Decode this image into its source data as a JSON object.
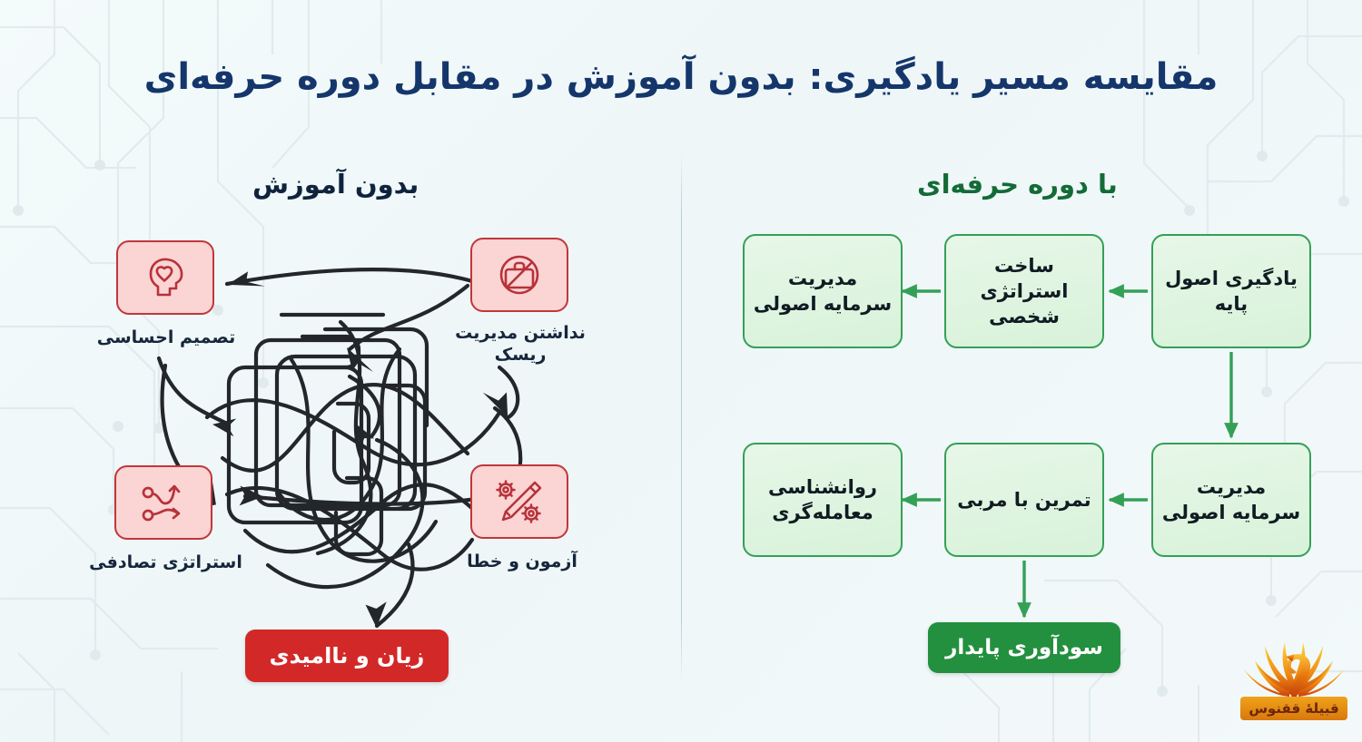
{
  "header": {
    "title": "مقایسه مسیر یادگیری: بدون آموزش در مقابل دوره حرفه‌ای"
  },
  "columns": {
    "left_header": "بدون آموزش",
    "right_header": "با دوره حرفه‌ای"
  },
  "colors": {
    "title": "#14366b",
    "bad_accent": "#c0373a",
    "bad_fill": "#fbd4d4",
    "bad_outcome": "#d32828",
    "good_accent": "#34a056",
    "good_fill": "#d8f2da",
    "good_outcome": "#23903f",
    "background": "#f0f8f9",
    "divider": "#aac8cd",
    "logo_gold": "#f0a21b"
  },
  "left_side": {
    "items": [
      {
        "label": "تصمیم احساسی",
        "icon": "head-heart-icon"
      },
      {
        "label": "نداشتن مدیریت ریسک",
        "icon": "no-briefcase-icon"
      },
      {
        "label": "استراتژی تصادفی",
        "icon": "branching-arrows-icon"
      },
      {
        "label": "آزمون و خطا",
        "icon": "pencil-gears-icon"
      }
    ],
    "center_visual": "tangled-scribble",
    "outcome": "زیان و ناامیدی"
  },
  "right_side": {
    "steps": [
      "یادگیری اصول پایه",
      "ساخت استراتژی شخصی",
      "مدیریت سرمایه اصولی",
      "مدیریت سرمایه اصولی",
      "تمرین با مربی",
      "روانشناسی معامله‌گری"
    ],
    "outcome": "سودآوری پایدار"
  },
  "logo": {
    "caption": "قبیلهٔ ققنوس",
    "mark": "phoenix-icon"
  }
}
